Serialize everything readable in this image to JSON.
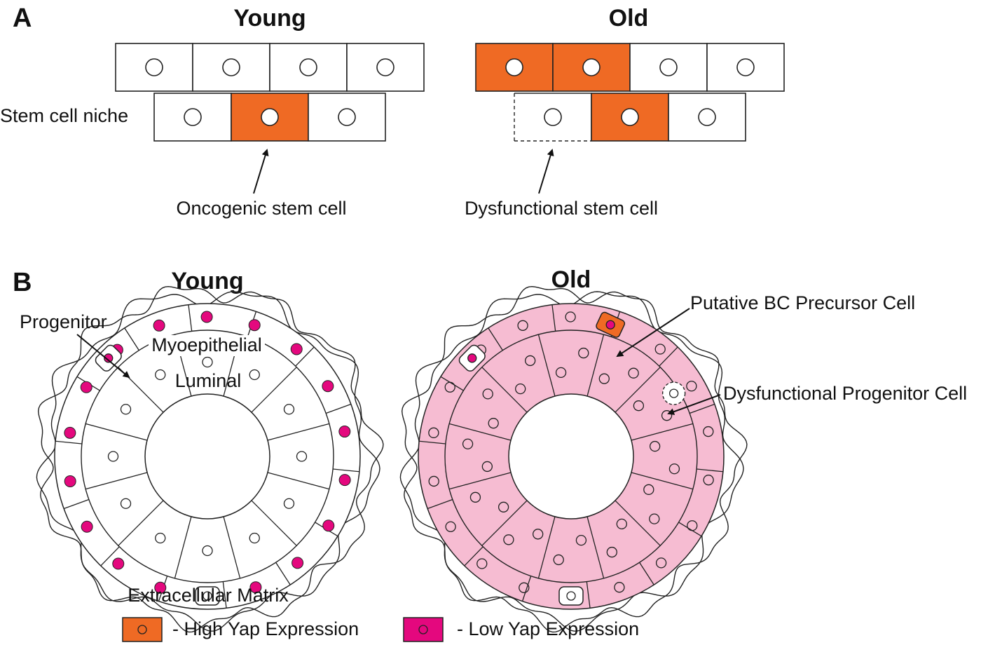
{
  "colors": {
    "oncogenic": "#ef6a24",
    "low_yap_pink": "#f6bcd2",
    "magenta": "#e4087e",
    "white": "#ffffff",
    "line": "#222222"
  },
  "panel_a": {
    "letter": "A",
    "young_title": "Young",
    "old_title": "Old",
    "niche_label": "Stem cell niche",
    "oncogenic_label": "Oncogenic stem cell",
    "dysfunctional_label": "Dysfunctional stem cell"
  },
  "panel_b": {
    "letter": "B",
    "young_title": "Young",
    "old_title": "Old",
    "progenitor_label": "Progenitor",
    "myoepithelial_label": "Myoepithelial",
    "luminal_label": "Luminal",
    "ecm_label": "Extracellular Matrix",
    "bc_precursor_label": "Putative BC Precursor Cell",
    "dysfunctional_progenitor_label": "Dysfunctional Progenitor Cell"
  },
  "legend": {
    "high_yap": "- High Yap Expression",
    "low_yap": "- Low Yap Expression"
  }
}
